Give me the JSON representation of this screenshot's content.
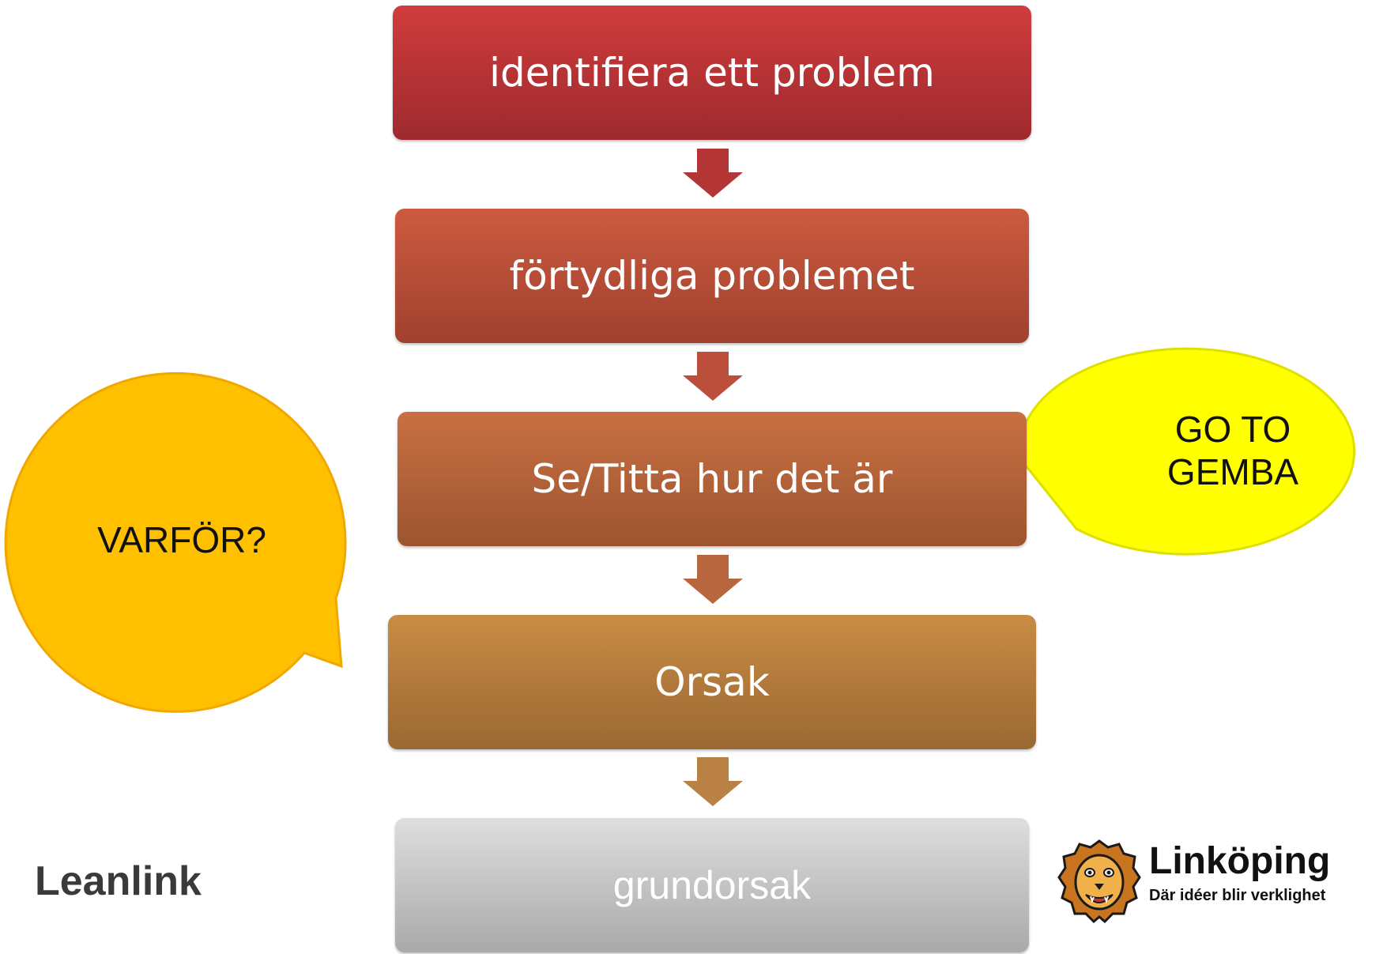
{
  "steps": [
    {
      "label": "identifiera ett problem",
      "color_top": "#d03c3c",
      "color_bottom": "#9e2a2e"
    },
    {
      "label": "förtydliga problemet",
      "color_top": "#cc5a40",
      "color_bottom": "#a0412e"
    },
    {
      "label": "Se/Titta hur det är",
      "color_top": "#c96f42",
      "color_bottom": "#9c5530"
    },
    {
      "label": "Orsak",
      "color_top": "#c98c45",
      "color_bottom": "#9a6832"
    },
    {
      "label": "grundorsak",
      "color_top": "#dedede",
      "color_bottom": "#a9a9a9"
    }
  ],
  "arrows": [
    {
      "color": "#b43535"
    },
    {
      "color": "#bb4f3c"
    },
    {
      "color": "#b7663e"
    },
    {
      "color": "#b98143"
    }
  ],
  "callouts": {
    "varfor": {
      "text": "VARFÖR?",
      "color": "#ffc000",
      "stroke": "#f0a800"
    },
    "gemba": {
      "line1": "GO TO",
      "line2": "GEMBA",
      "color": "#ffff00",
      "stroke": "#e0e000"
    }
  },
  "logos": {
    "leanlink": "Leanlink",
    "linkoping": {
      "name": "Linköping",
      "tagline": "Där idéer blir verklighet"
    }
  }
}
